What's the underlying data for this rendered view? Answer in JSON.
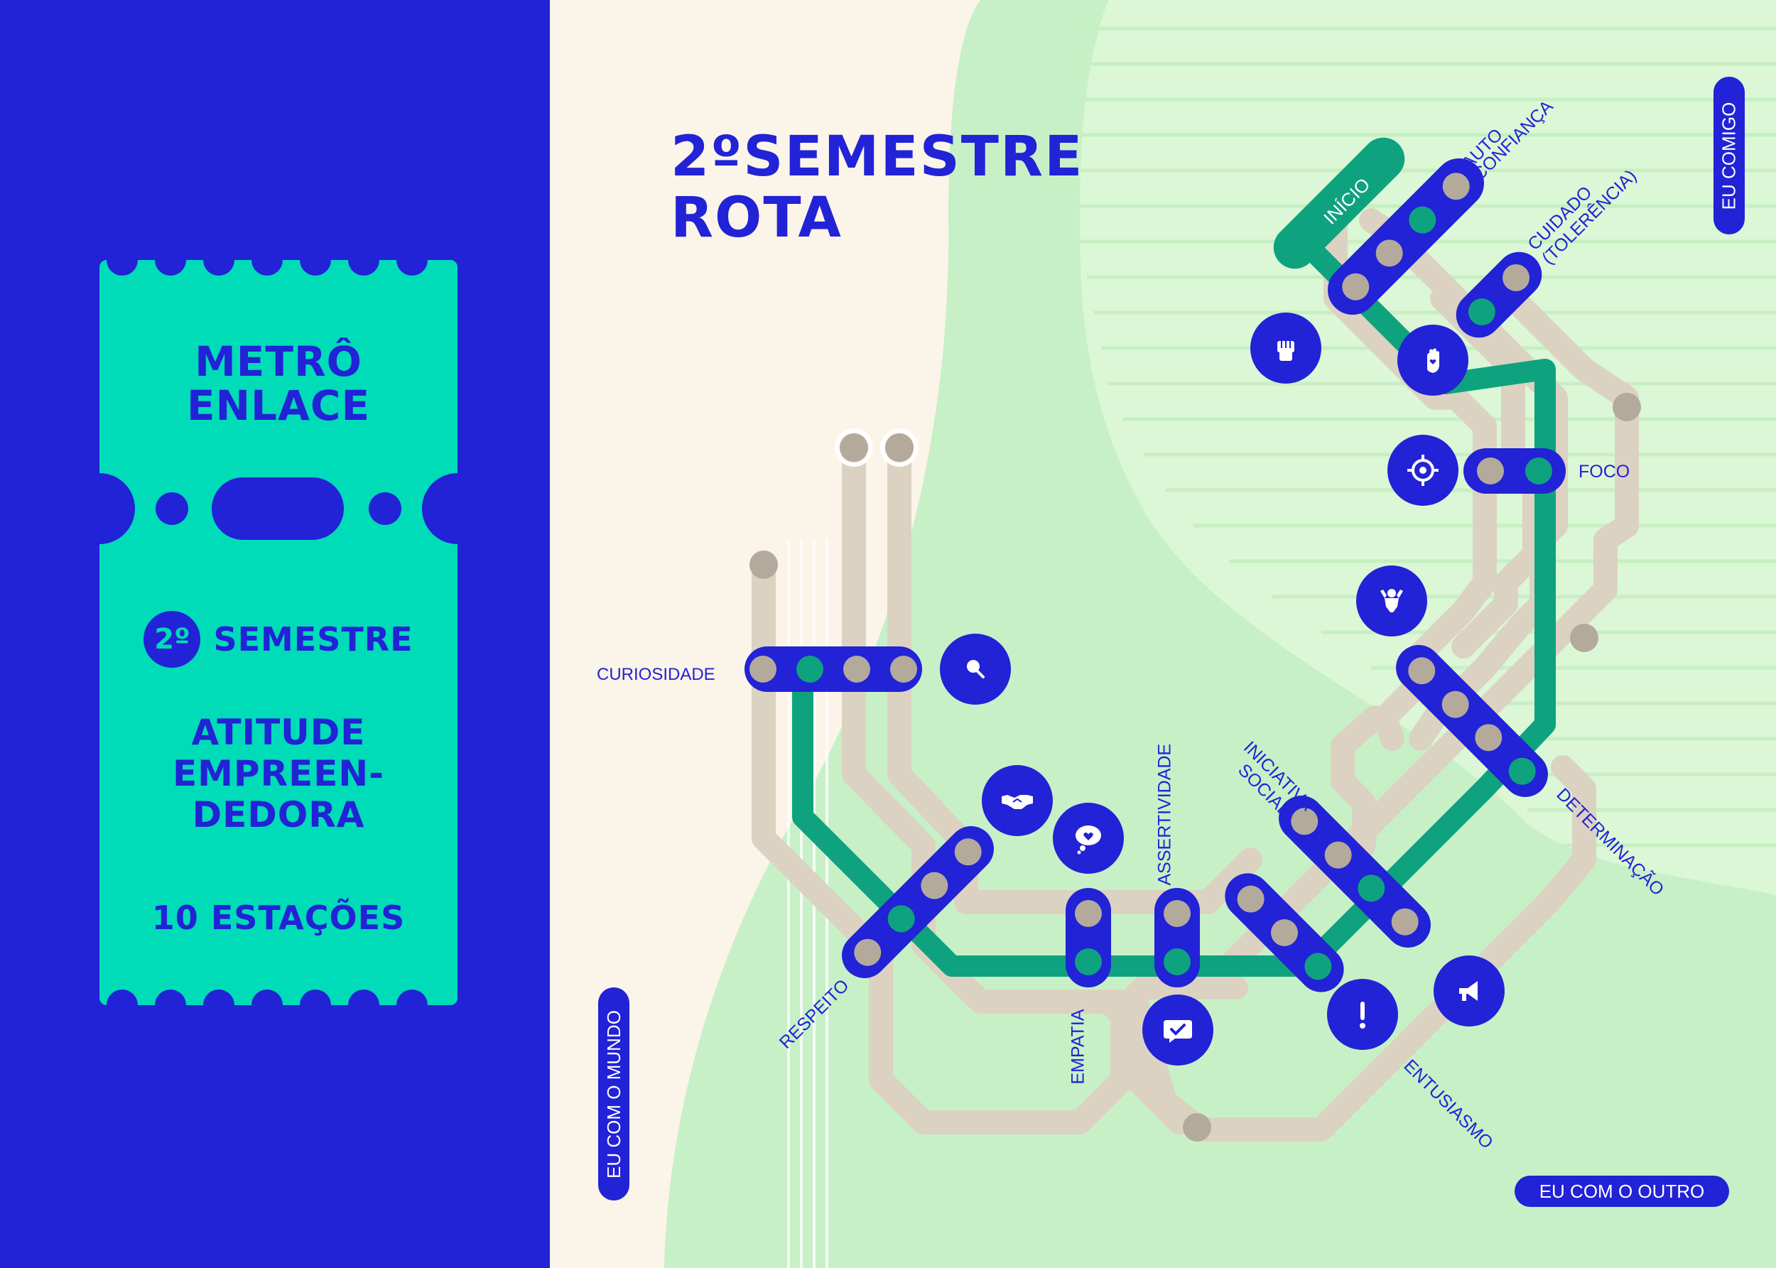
{
  "ticket": {
    "title_line1": "METRÔ",
    "title_line2": "ENLACE",
    "semester_badge": "2º",
    "semester_label": "SEMESTRE",
    "attitude_line1": "ATITUDE",
    "attitude_line2": "EMPREEN-",
    "attitude_line3": "DEDORA",
    "stations_count": "10 ESTAÇÕES"
  },
  "map": {
    "title_line1": "2ºSEMESTRE",
    "title_line2": "ROTA",
    "start_label": "INÍCIO",
    "zones": {
      "eu_comigo": "EU COMIGO",
      "eu_com_o_mundo": "EU COM O MUNDO",
      "eu_com_o_outro": "EU COM O OUTRO"
    },
    "stations": {
      "autoconfianca_1": "AUTO",
      "autoconfianca_2": "CONFIANÇA",
      "cuidado_1": "CUIDADO",
      "cuidado_2": "(TOLERÊNCIA)",
      "foco": "FOCO",
      "determinacao": "DETERMINAÇÃO",
      "entusiasmo": "ENTUSIASMO",
      "iniciativa_1": "INICIATIVA",
      "iniciativa_2": "SOCIAL",
      "assertividade": "ASSERTIVIDADE",
      "empatia": "EMPATIA",
      "respeito": "RESPEITO",
      "curiosidade": "CURIOSIDADE"
    }
  },
  "colors": {
    "blue": "#2222d6",
    "teal": "#00dbb8",
    "green_line": "#0fa27e",
    "beige_line": "#dcd2c2",
    "bg_cream": "#fbf4e8",
    "bg_green": "#c7f0c7",
    "bg_green_light": "#dbf7d6"
  }
}
